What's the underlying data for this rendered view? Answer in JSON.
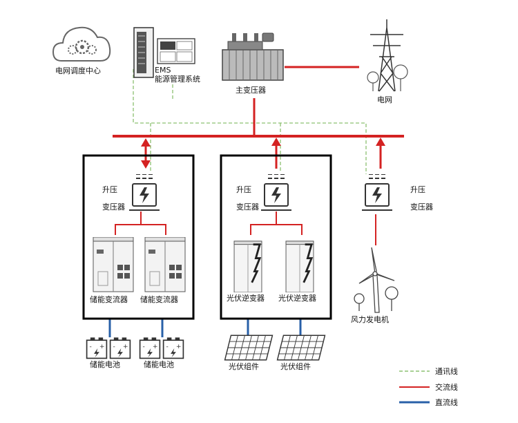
{
  "colors": {
    "ac_line": "#d42222",
    "dc_line": "#2860a8",
    "comm_line": "#8cc070",
    "equipment_stroke": "#333333",
    "box_border": "#000000"
  },
  "top": {
    "dispatch_center": "电网调度中心",
    "ems_line1": "EMS",
    "ems_line2": "能源管理系统",
    "main_transformer": "主变压器",
    "grid": "电网"
  },
  "storage_unit": {
    "step_up_line1": "升压",
    "step_up_line2": "变压器",
    "pcs_left": "储能变流器",
    "pcs_right": "储能变流器",
    "battery_left": "储能电池",
    "battery_right": "储能电池"
  },
  "pv_unit": {
    "step_up_line1": "升压",
    "step_up_line2": "变压器",
    "inverter_left": "光伏逆变器",
    "inverter_right": "光伏逆变器",
    "module_left": "光伏组件",
    "module_right": "光伏组件"
  },
  "wind_unit": {
    "step_up_line1": "升压",
    "step_up_line2": "变压器",
    "generator": "风力发电机"
  },
  "legend": [
    {
      "label": "通讯线",
      "style": "dashed",
      "color": "#8cc070"
    },
    {
      "label": "交流线",
      "style": "solid",
      "color": "#d42222"
    },
    {
      "label": "直流线",
      "style": "solid",
      "color": "#2860a8"
    }
  ]
}
